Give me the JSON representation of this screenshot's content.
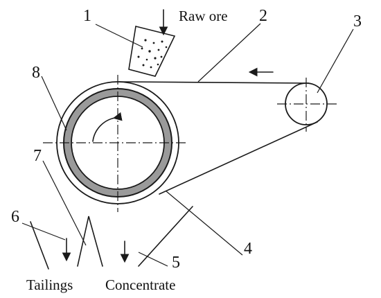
{
  "labels": {
    "raw_ore": "Raw ore",
    "tailings": "Tailings",
    "concentrate": "Concentrate"
  },
  "part_numbers": {
    "p1": "1",
    "p2": "2",
    "p3": "3",
    "p4": "4",
    "p5": "5",
    "p6": "6",
    "p7": "7",
    "p8": "8"
  }
}
